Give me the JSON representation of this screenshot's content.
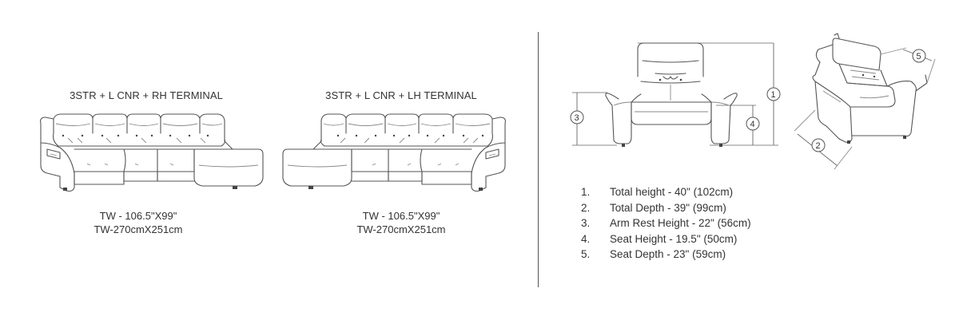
{
  "sofas": [
    {
      "title": "3STR + L CNR + RH TERMINAL",
      "size_in": "TW - 106.5\"X99\"",
      "size_cm": "TW-270cmX251cm"
    },
    {
      "title": "3STR + L CNR + LH TERMINAL",
      "size_in": "TW - 106.5\"X99\"",
      "size_cm": "TW-270cmX251cm"
    }
  ],
  "callouts": [
    "1",
    "2",
    "3",
    "4",
    "5"
  ],
  "specs": [
    {
      "num": "1.",
      "text": "Total height - 40\" (102cm)"
    },
    {
      "num": "2.",
      "text": "Total Depth - 39\" (99cm)"
    },
    {
      "num": "3.",
      "text": "Arm Rest Height - 22\" (56cm)"
    },
    {
      "num": "4.",
      "text": "Seat Height - 19.5\" (50cm)"
    },
    {
      "num": "5.",
      "text": "Seat Depth - 23\" (59cm)"
    }
  ],
  "colors": {
    "line": "#555555",
    "text": "#333333",
    "divider": "#555555"
  }
}
